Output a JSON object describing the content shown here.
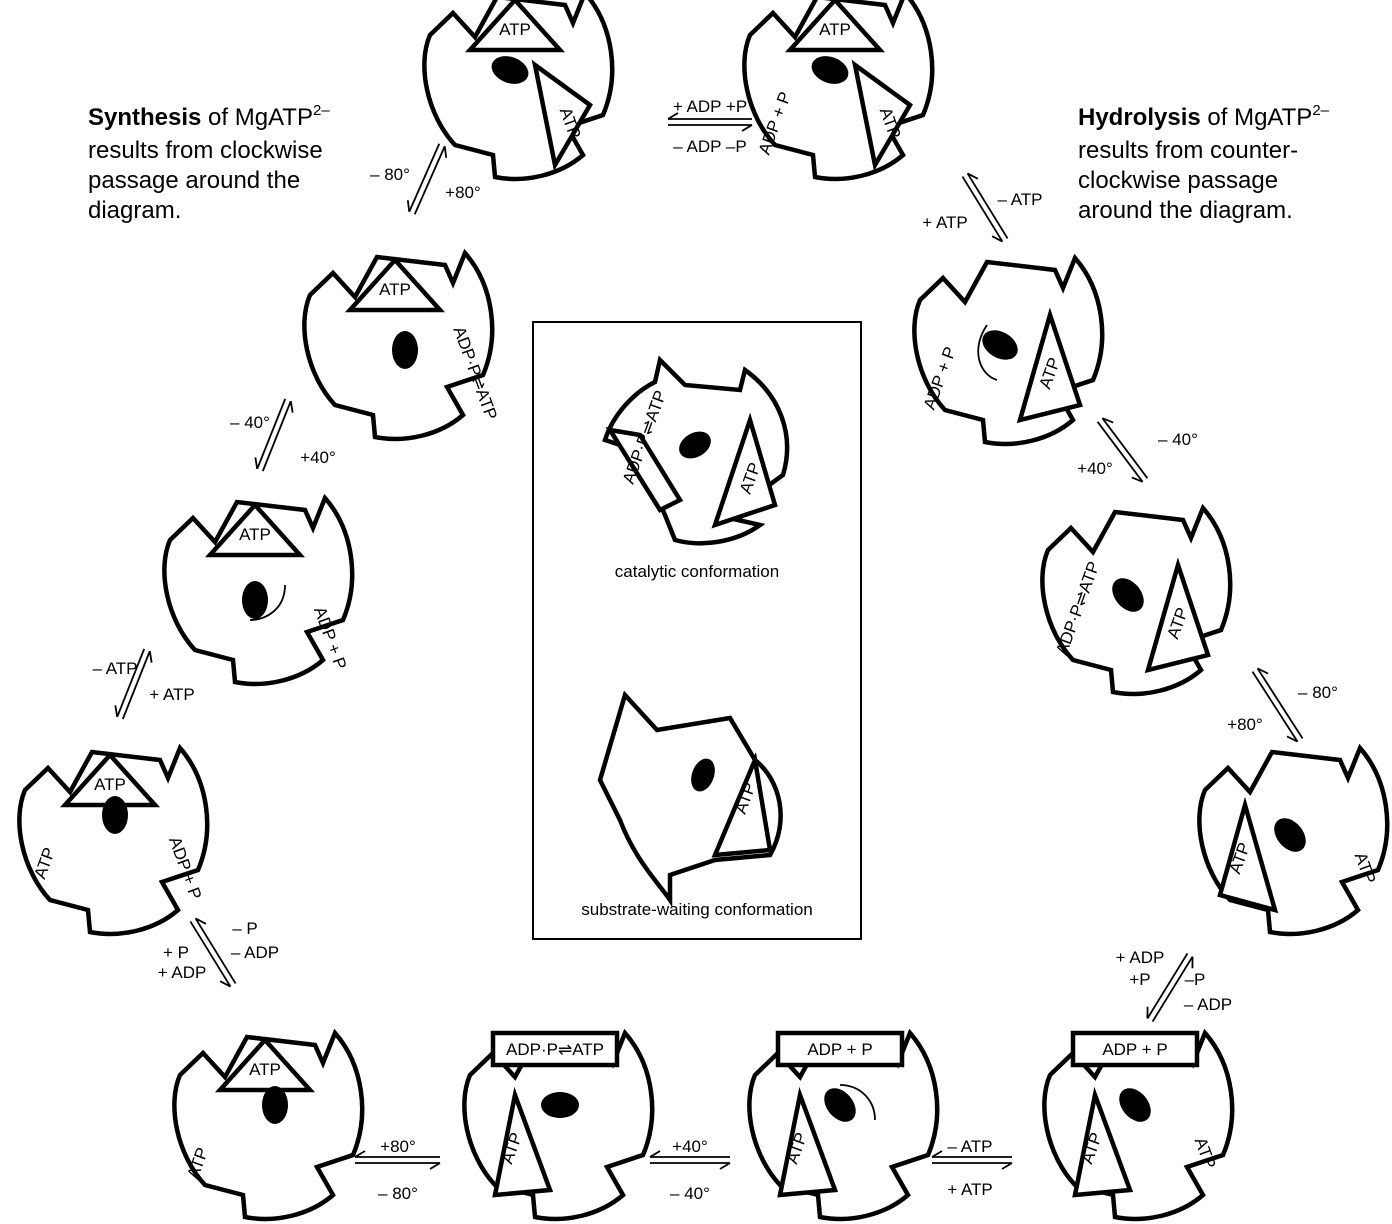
{
  "synthesis_note": {
    "bold": "Synthesis",
    "text1": " of MgATP",
    "sup": "2–",
    "line2": "results from clockwise",
    "line3": "passage around the",
    "line4": "diagram."
  },
  "hydrolysis_note": {
    "bold": "Hydrolysis",
    "text1": " of MgATP",
    "sup": "2–",
    "line2": "results from counter-",
    "line3": "clockwise passage",
    "line4": "around the diagram."
  },
  "legend": {
    "catalytic": "catalytic conformation",
    "waiting": "substrate-waiting conformation"
  },
  "site_labels": {
    "atp": "ATP",
    "adp_p": "ADP + P",
    "equilibrium": "ADP·P⇌ATP"
  },
  "transitions": [
    {
      "forward": "+ ADP +P",
      "reverse": "– ADP –P"
    },
    {
      "forward": "– ATP",
      "reverse": "+ ATP"
    },
    {
      "forward": "– 40°",
      "reverse": "+40°"
    },
    {
      "forward": "– 80°",
      "reverse": "+80°"
    },
    {
      "forward": "–P",
      "reverse": "+P",
      "extra_forward": "– ADP",
      "extra_reverse": "+ ADP"
    },
    {
      "forward": "– ATP",
      "reverse": "+ ATP"
    },
    {
      "forward": "+40°",
      "reverse": "– 40°"
    },
    {
      "forward": "+80°",
      "reverse": "– 80°"
    },
    {
      "forward": "– P",
      "reverse": "+ P",
      "extra_forward": "– ADP",
      "extra_reverse": "+ ADP"
    },
    {
      "forward": "– ATP",
      "reverse": "+ ATP"
    },
    {
      "forward": "– 40°",
      "reverse": "+40°"
    },
    {
      "forward": "– 80°",
      "reverse": "+80°"
    }
  ]
}
